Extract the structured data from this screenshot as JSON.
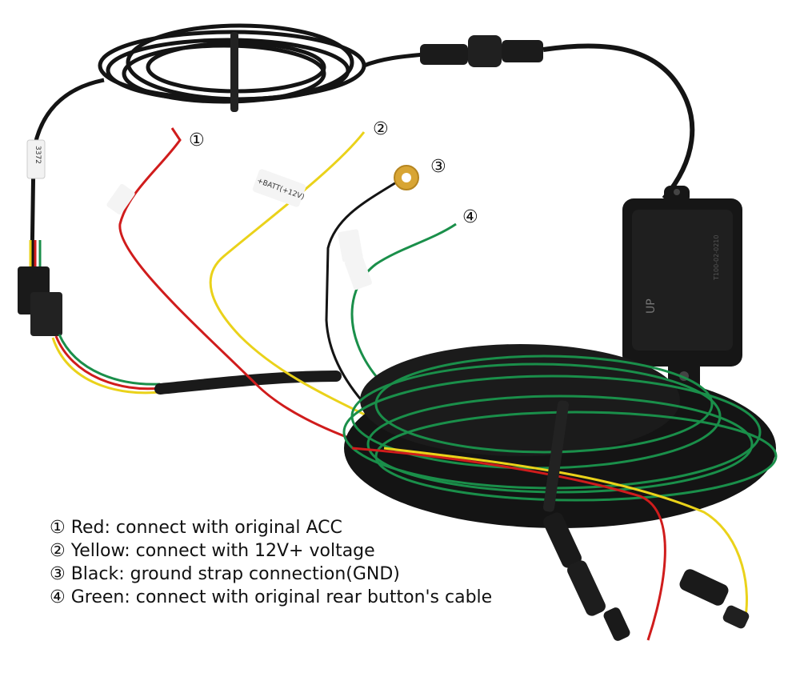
{
  "image": {
    "title": "",
    "colors": {
      "background": "#ffffff",
      "cable_black": "#141414",
      "wire_red": "#d01c1c",
      "wire_yellow": "#ead21a",
      "wire_green": "#1a8f4a",
      "sleeve": "#1a1a1a",
      "tag": "#f4f4f4"
    }
  },
  "markers": {
    "m1": "①",
    "m2": "②",
    "m3": "③",
    "m4": "④"
  },
  "tags": {
    "cable_label": "3372",
    "yellow_tag": "+BATT(+12V)",
    "box_logo": "UP",
    "box_code": "T100-02-0210"
  },
  "legend": {
    "items": [
      "① Red: connect with original ACC",
      "② Yellow: connect with 12V+ voltage",
      "③ Black: ground strap connection(GND)",
      "④ Green: connect with original rear button's cable"
    ]
  }
}
